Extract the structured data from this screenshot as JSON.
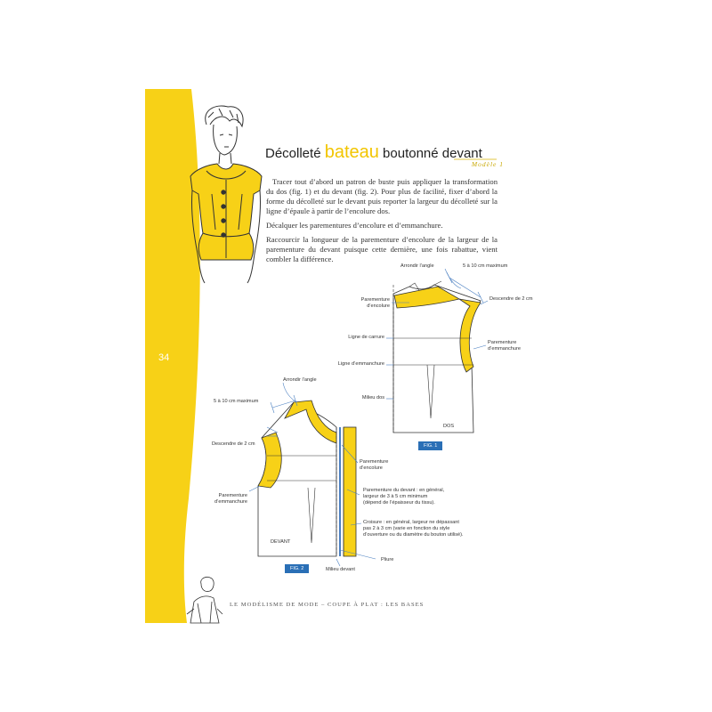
{
  "page": {
    "title_pre": "Décolleté ",
    "title_accent": "bateau",
    "title_post": " boutonné devant",
    "model_label": "Modèle 1",
    "page_number": "34",
    "footer": "Le modélisme de mode – Coupe à plat : les bases",
    "paragraphs": [
      "Tracer tout d’abord un patron de buste puis appliquer la transformation du dos (fig. 1) et du devant (fig. 2). Pour plus de facilité, fixer d’abord la forme du décolleté sur le devant puis reporter la largeur du décolleté sur la ligne d’épaule à partir de l’encolure dos.",
      "Décalquer les parementures d’encolure et d’emmanchure.",
      "Raccourcir la longueur de la parementure d’encolure de la largeur de la parementure du devant puisque cette dernière, une fois rabattue, vient combler la différence."
    ],
    "colors": {
      "accent": "#f7d117",
      "line": "#333333",
      "guide": "#4a7fc1",
      "badge": "#2a6fb6"
    }
  },
  "fig1": {
    "badge": "FIG. 1",
    "labels": {
      "arrondir": "Arrondir l’angle",
      "maximum": "5 à 10 cm maximum",
      "descendre": "Descendre de 2 cm",
      "parementure_encolure": "Parementure\nd’encolure",
      "parementure_emmanchure": "Parementure\nd’emmanchure",
      "ligne_carrure": "Ligne de carrure",
      "ligne_emmanchure": "Ligne d’emmanchure",
      "milieu_dos": "Milieu dos",
      "dos": "DOS"
    }
  },
  "fig2": {
    "badge": "FIG. 2",
    "labels": {
      "arrondir": "Arrondir l’angle",
      "maximum": "5 à 10 cm maximum",
      "descendre": "Descendre de 2 cm",
      "parementure_encolure": "Parementure\nd’encolure",
      "parementure_emmanchure": "Parementure\nd’emmanchure",
      "parementure_devant": "Parementure du devant : en général,\nlargeur de 3 à 5 cm minimum\n(dépend de l’épaisseur du tissu).",
      "croisure": "Croisure : en général, largeur ne dépassant\npas 2 à 3 cm (varie en fonction du style\nd’ouverture ou du diamètre du bouton utilisé).",
      "pliure": "Pliure",
      "devant": "DEVANT",
      "milieu_devant": "Milieu devant"
    }
  }
}
